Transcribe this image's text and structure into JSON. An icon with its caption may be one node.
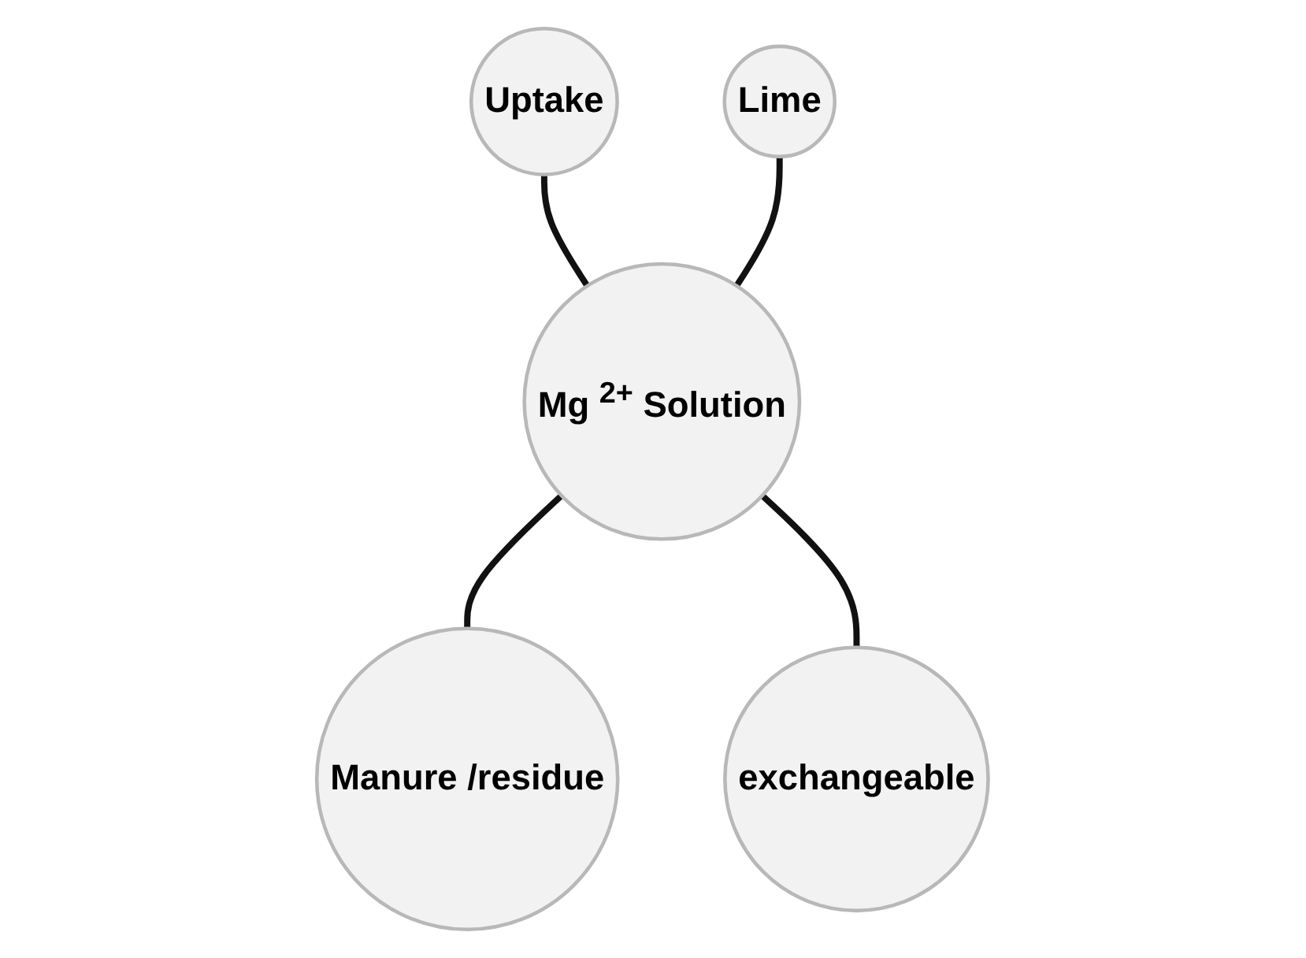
{
  "diagram": {
    "nodes": [
      {
        "text": [
          "Uptake"
        ]
      },
      {
        "text": [
          "Lime"
        ]
      },
      {
        "text": [
          "Mg $^{2+}$ Solution"
        ]
      },
      {
        "text": [
          "Manure /residue"
        ]
      },
      {
        "text": [
          "exchangeable"
        ]
      }
    ],
    "edges": [
      {
        "from": 0,
        "to": 2,
        "arrow": "none"
      },
      {
        "from": 1,
        "to": 2,
        "arrow": "none"
      },
      {
        "from": 2,
        "to": 3,
        "arrow": "none"
      },
      {
        "from": 2,
        "to": 4,
        "arrow": "none"
      }
    ]
  }
}
